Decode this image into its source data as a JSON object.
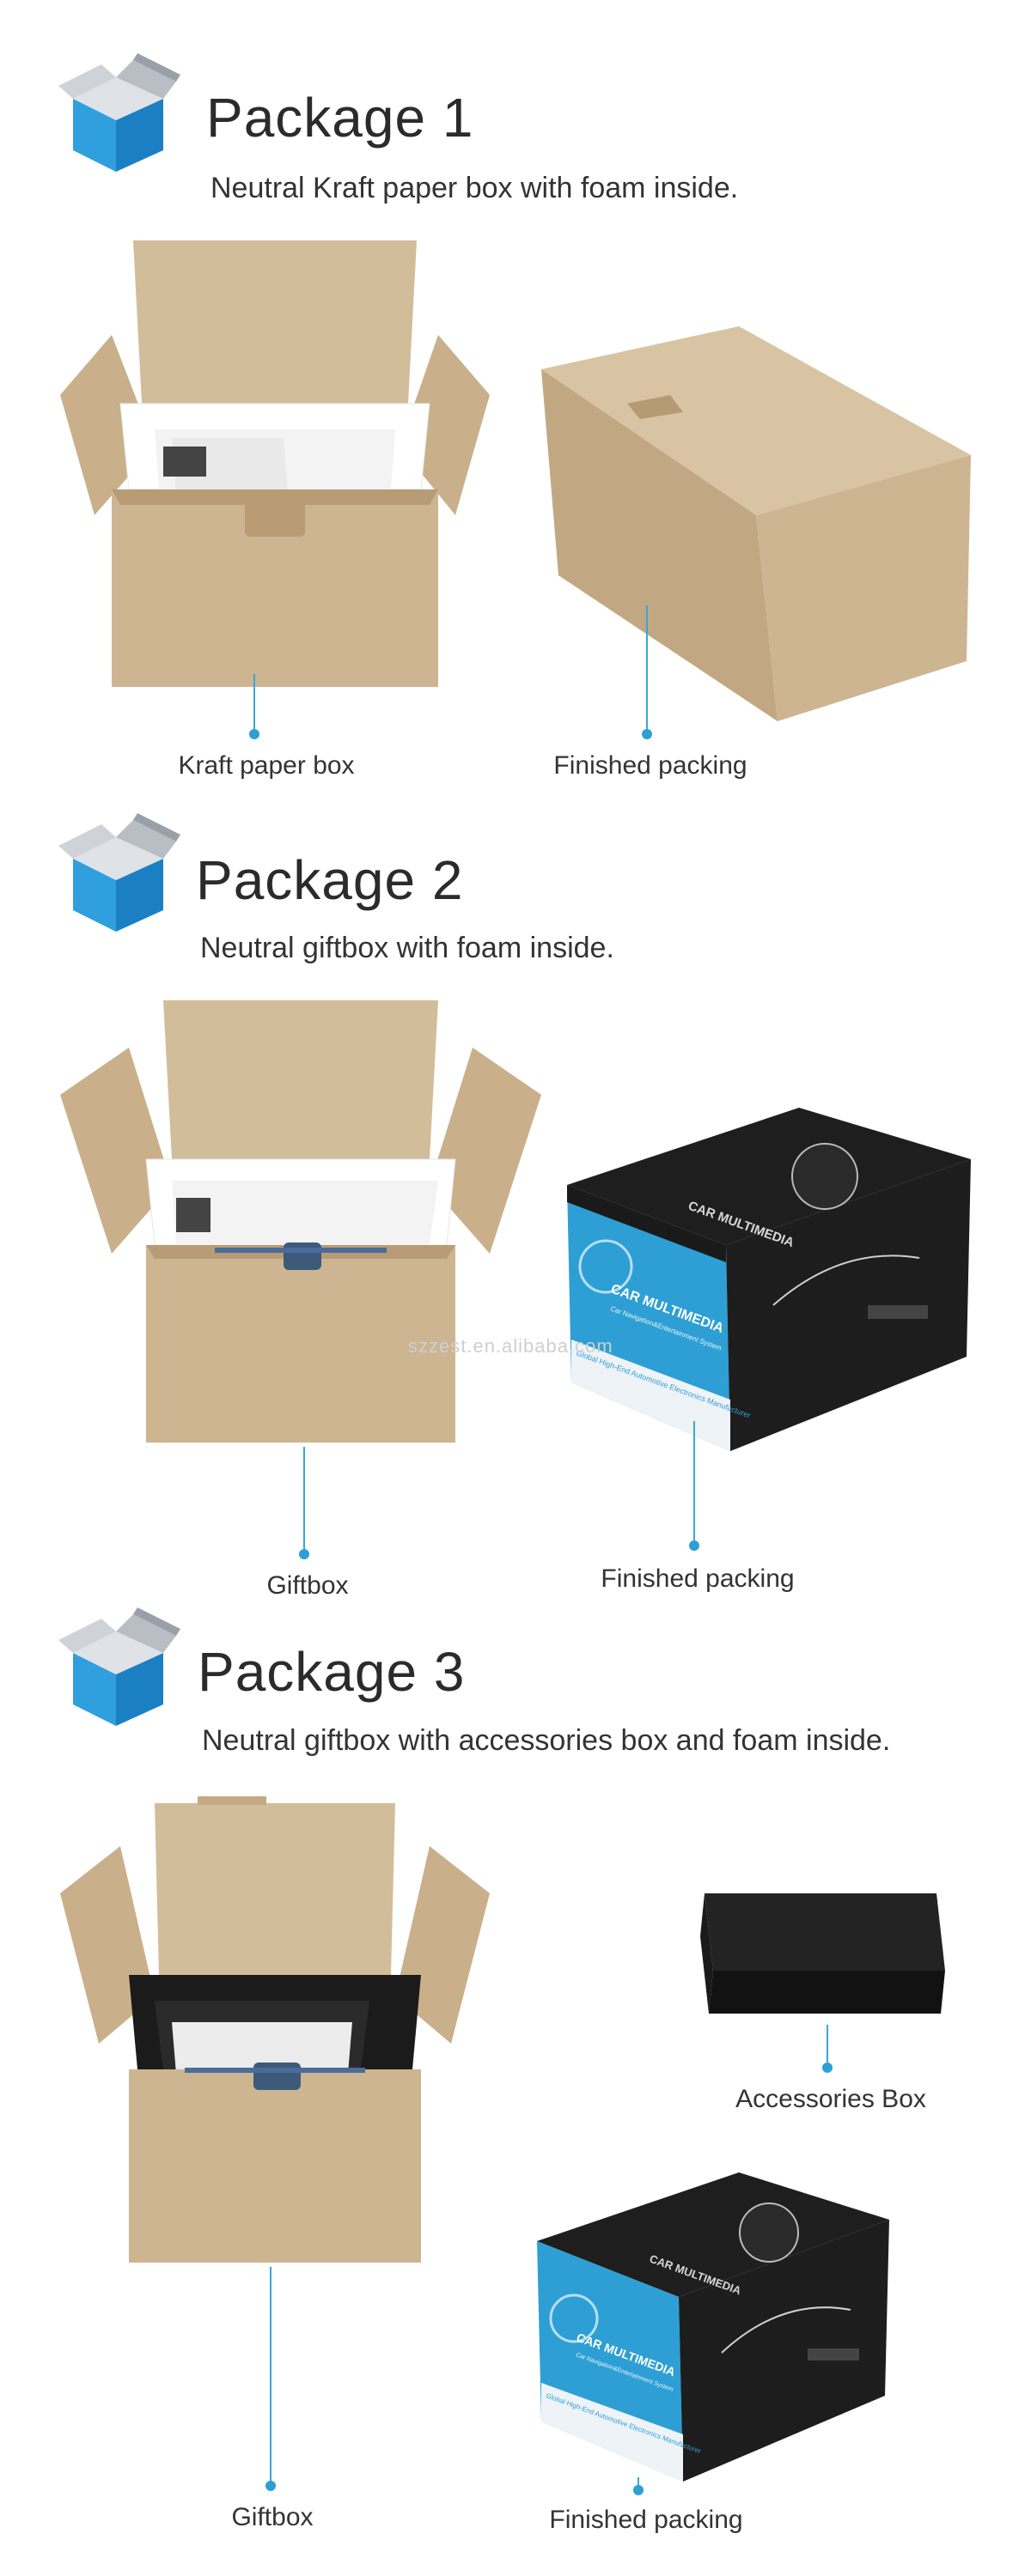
{
  "packages": [
    {
      "title": "Package 1",
      "desc": "Neutral Kraft paper box with foam inside.",
      "captions": [
        "Kraft paper box",
        "Finished packing"
      ]
    },
    {
      "title": "Package 2",
      "desc": "Neutral giftbox with foam inside.",
      "captions": [
        "Giftbox",
        "Finished packing"
      ]
    },
    {
      "title": "Package 3",
      "desc": "Neutral giftbox with accessories box and foam inside.",
      "captions": [
        "Giftbox",
        "Accessories Box",
        "Finished packing"
      ]
    }
  ],
  "giftbox_print": {
    "brand": "CAR MULTIMEDIA",
    "sub": "Car Navigation&Entertainment System",
    "maker": "Global High-End Automotive Electronics Manufacturer"
  },
  "watermark": "szzest.en.alibaba.com",
  "colors": {
    "kraft": "#cdb592",
    "kraft_dark": "#b89c76",
    "accent_blue": "#2e9fd4",
    "box_black": "#1d1d1d"
  },
  "icons": [
    "package-box-icon"
  ]
}
